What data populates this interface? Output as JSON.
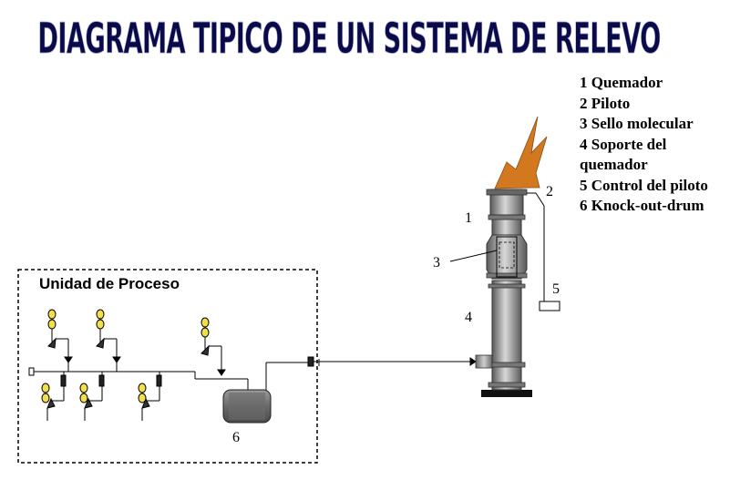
{
  "title": "DIAGRAMA TIPICO DE UN SISTEMA DE RELEVO",
  "legend": [
    "1 Quemador",
    "2 Piloto",
    "3 Sello molecular",
    "4 Soporte del quemador",
    "5 Control del piloto",
    "6 Knock-out-drum"
  ],
  "labels": {
    "n1": "1",
    "n2": "2",
    "n3": "3",
    "n4": "4",
    "n5": "5",
    "n6": "6"
  },
  "process_unit": {
    "title": "Unidad de Proceso"
  },
  "colors": {
    "title_fill": "#0a0a4a",
    "flame": "#d2781e",
    "valve_yellow": "#f2e04a",
    "vessel_gray": "#707070",
    "stack_gray": "#8c8c8c"
  }
}
